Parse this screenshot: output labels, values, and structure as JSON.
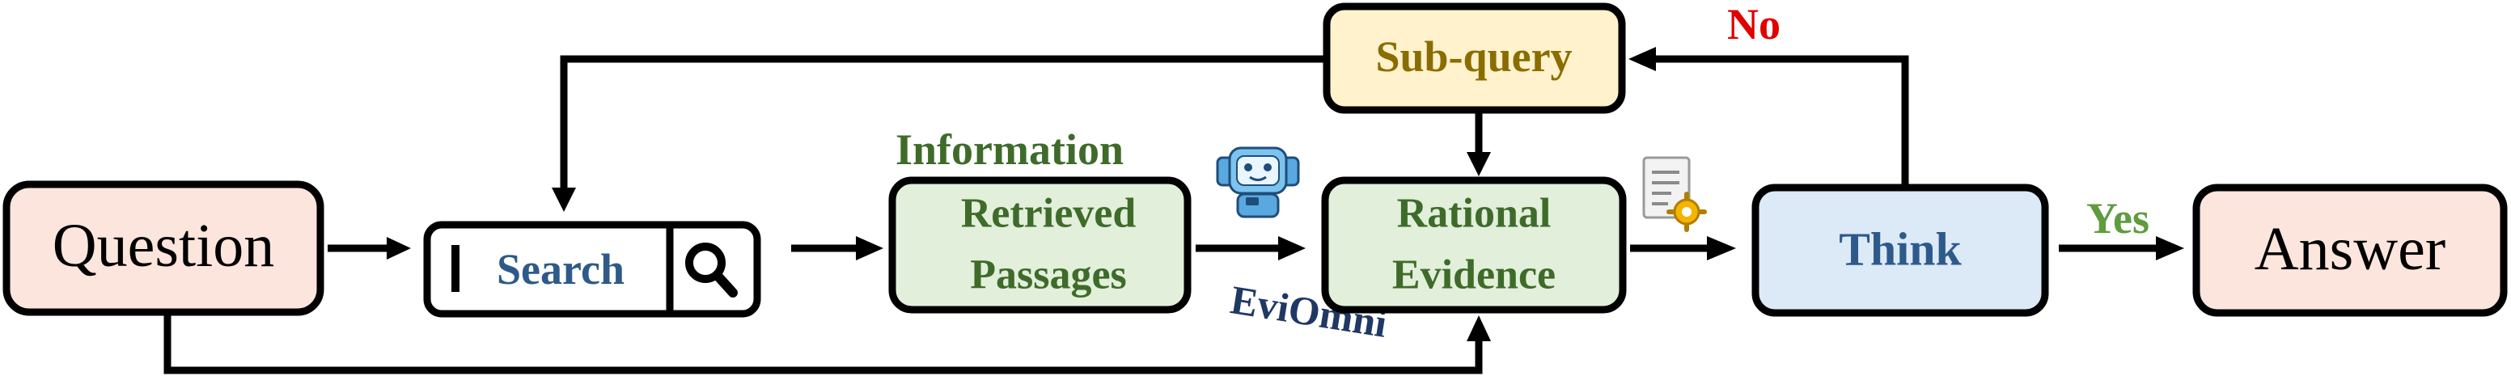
{
  "nodes": {
    "question": "Question",
    "search": "Search",
    "retrieved": [
      "Retrieved",
      "Passages"
    ],
    "rational": [
      "Rational",
      "Evidence"
    ],
    "subquery": "Sub-query",
    "think": "Think",
    "answer": "Answer"
  },
  "labels": {
    "information": "Information",
    "eviomni": "EviOmni",
    "no": "No",
    "yes": "Yes"
  },
  "colors": {
    "question_fill": "#fbe5dc",
    "answer_fill": "#fbe5dc",
    "green_fill": "#e2efda",
    "subquery_fill": "#fff2cc",
    "think_fill": "#dce9f7",
    "information_text": "#3e6b2a",
    "subquery_text": "#8a6d00",
    "think_text": "#2e5a8a",
    "search_text": "#2e5a8a",
    "retrieved_text": "#3e6b2a",
    "eviomni_text": "#1f3864",
    "no_text": "#e00000",
    "yes_text": "#5f9c3d"
  },
  "icons": {
    "search_icon": "magnifier-icon",
    "robot_icon": "robot-icon",
    "document_icon": "document-gear-icon"
  }
}
